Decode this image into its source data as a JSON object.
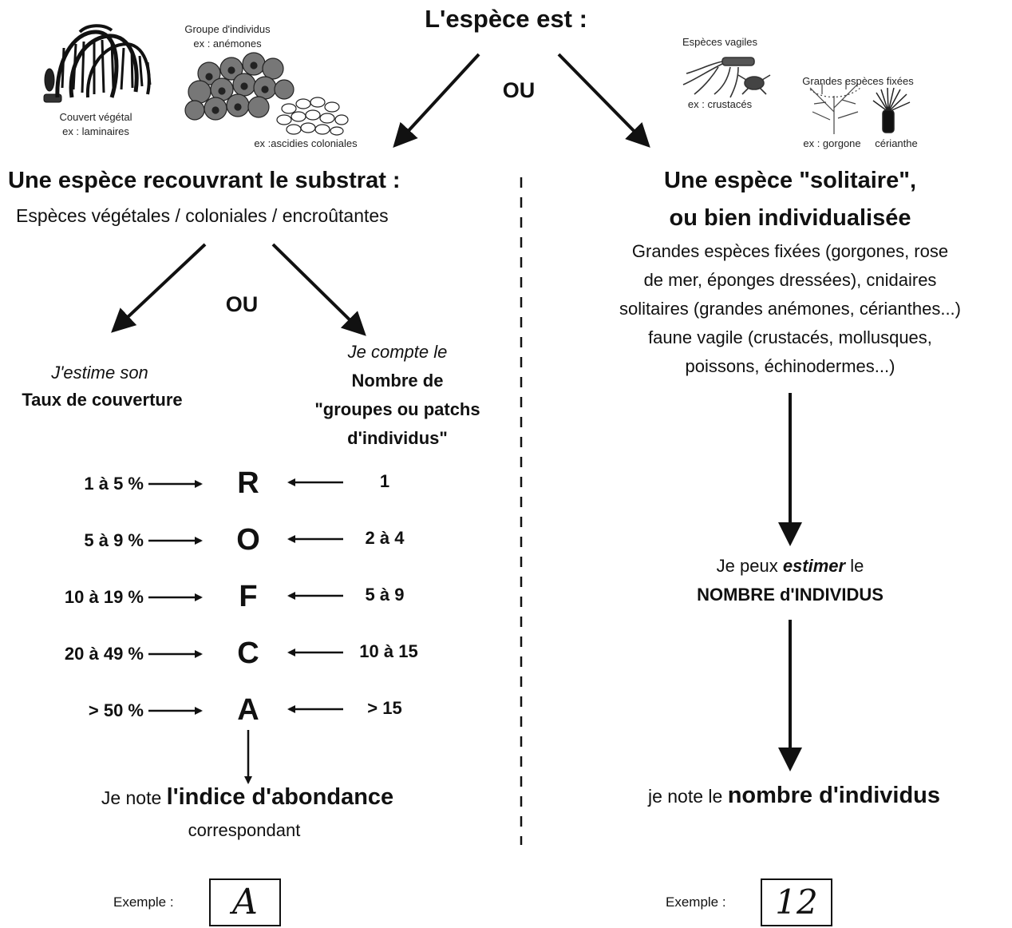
{
  "title": "L'espèce est :",
  "or_top": "OU",
  "captions": {
    "couvert": [
      "Couvert végétal",
      "ex : laminaires"
    ],
    "groupe": [
      "Groupe d'individus",
      "ex : anémones"
    ],
    "ascidies": "ex :ascidies coloniales",
    "vagiles": "Espèces vagiles",
    "crustaces": "ex : crustacés",
    "grandes": "Grandes espèces fixées",
    "gorgone": "ex : gorgone",
    "cerianthe": "cérianthe"
  },
  "left": {
    "heading": "Une espèce recouvrant le substrat :",
    "subheading": "Espèces végétales / coloniales / encroûtantes",
    "or": "OU",
    "col1_line1": "J'estime son",
    "col1_line2": "Taux de couverture",
    "col2_line1": "Je compte le",
    "col2_line2": "Nombre de",
    "col2_line3": "\"groupes ou patchs",
    "col2_line4": "d'individus\"",
    "rows": [
      {
        "cover": "1 à 5 %",
        "index": "R",
        "count": "1"
      },
      {
        "cover": "5 à 9 %",
        "index": "O",
        "count": "2 à 4"
      },
      {
        "cover": "10 à 19 %",
        "index": "F",
        "count": "5 à 9"
      },
      {
        "cover": "20 à 49 %",
        "index": "C",
        "count": "10 à 15"
      },
      {
        "cover": "> 50 %",
        "index": "A",
        "count": "> 15"
      }
    ],
    "note_prefix": "Je note ",
    "note_bold": "l'indice d'abondance",
    "note_suffix": "correspondant",
    "example_label": "Exemple :",
    "example_value": "A"
  },
  "right": {
    "heading1": "Une espèce \"solitaire\",",
    "heading2": "ou bien individualisée",
    "desc": [
      "Grandes espèces fixées (gorgones, rose",
      "de mer, éponges dressées), cnidaires",
      "solitaires (grandes anémones, cérianthes...)",
      "faune vagile (crustacés, mollusques,",
      "poissons, échinodermes...)"
    ],
    "estimate_prefix": "Je peux ",
    "estimate_italic": "estimer",
    "estimate_suffix": " le",
    "estimate_bold": "NOMBRE d'INDIVIDUS",
    "note_prefix": "je note le ",
    "note_bold": "nombre d'individus",
    "example_label": "Exemple :",
    "example_value": "12"
  }
}
